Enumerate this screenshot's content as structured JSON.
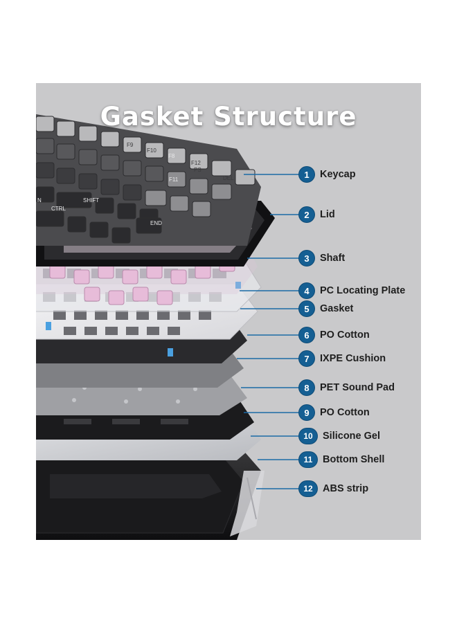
{
  "title": "Gasket Structure",
  "colors": {
    "background": "#c9c9cb",
    "badge": "#155f93",
    "leader": "#1a6aa6",
    "title": "#ffffff"
  },
  "keycap_legends": [
    "F8",
    "F9",
    "F10",
    "F11",
    "F12",
    "PS",
    "DEL",
    "SHIFT",
    "CTRL",
    "END",
    "N"
  ],
  "layers": [
    {
      "num": "1",
      "label": "Keycap"
    },
    {
      "num": "2",
      "label": "Lid"
    },
    {
      "num": "3",
      "label": "Shaft"
    },
    {
      "num": "4",
      "label": "PC Locating Plate"
    },
    {
      "num": "5",
      "label": "Gasket"
    },
    {
      "num": "6",
      "label": "PO Cotton"
    },
    {
      "num": "7",
      "label": "IXPE Cushion"
    },
    {
      "num": "8",
      "label": "PET Sound Pad"
    },
    {
      "num": "9",
      "label": "PO Cotton"
    },
    {
      "num": "10",
      "label": "Silicone Gel"
    },
    {
      "num": "11",
      "label": "Bottom Shell"
    },
    {
      "num": "12",
      "label": "ABS strip"
    }
  ]
}
